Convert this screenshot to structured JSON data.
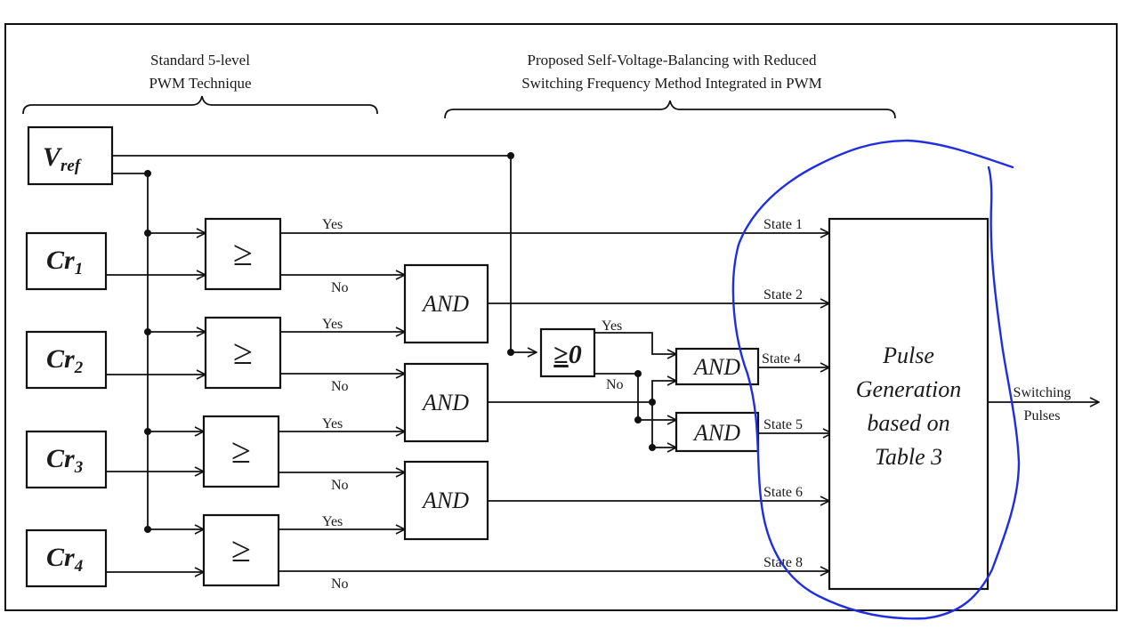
{
  "headers": {
    "standard": [
      "Standard 5-level",
      "PWM Technique"
    ],
    "proposed": [
      "Proposed Self-Voltage-Balancing with Reduced",
      "Switching Frequency Method Integrated in PWM"
    ]
  },
  "inputs": {
    "vref": {
      "main": "V",
      "sub": "ref"
    },
    "carriers": [
      {
        "main": "Cr",
        "sub": "1"
      },
      {
        "main": "Cr",
        "sub": "2"
      },
      {
        "main": "Cr",
        "sub": "3"
      },
      {
        "main": "Cr",
        "sub": "4"
      }
    ]
  },
  "comparators": {
    "symbol": "≥",
    "count": 4
  },
  "zero_comparator": {
    "symbol": "≥",
    "value": "0"
  },
  "and_gate_label": "AND",
  "branch_labels": {
    "yes": "Yes",
    "no": "No"
  },
  "states": [
    "State 1",
    "State 2",
    "State 4",
    "State 5",
    "State 6",
    "State 8"
  ],
  "pulse_block": [
    "Pulse",
    "Generation",
    "based on",
    "Table 3"
  ],
  "output": [
    "Switching",
    "Pulses"
  ],
  "annotation": {
    "color": "#1f2ee0",
    "description": "hand-drawn circle around pulse generation block"
  }
}
